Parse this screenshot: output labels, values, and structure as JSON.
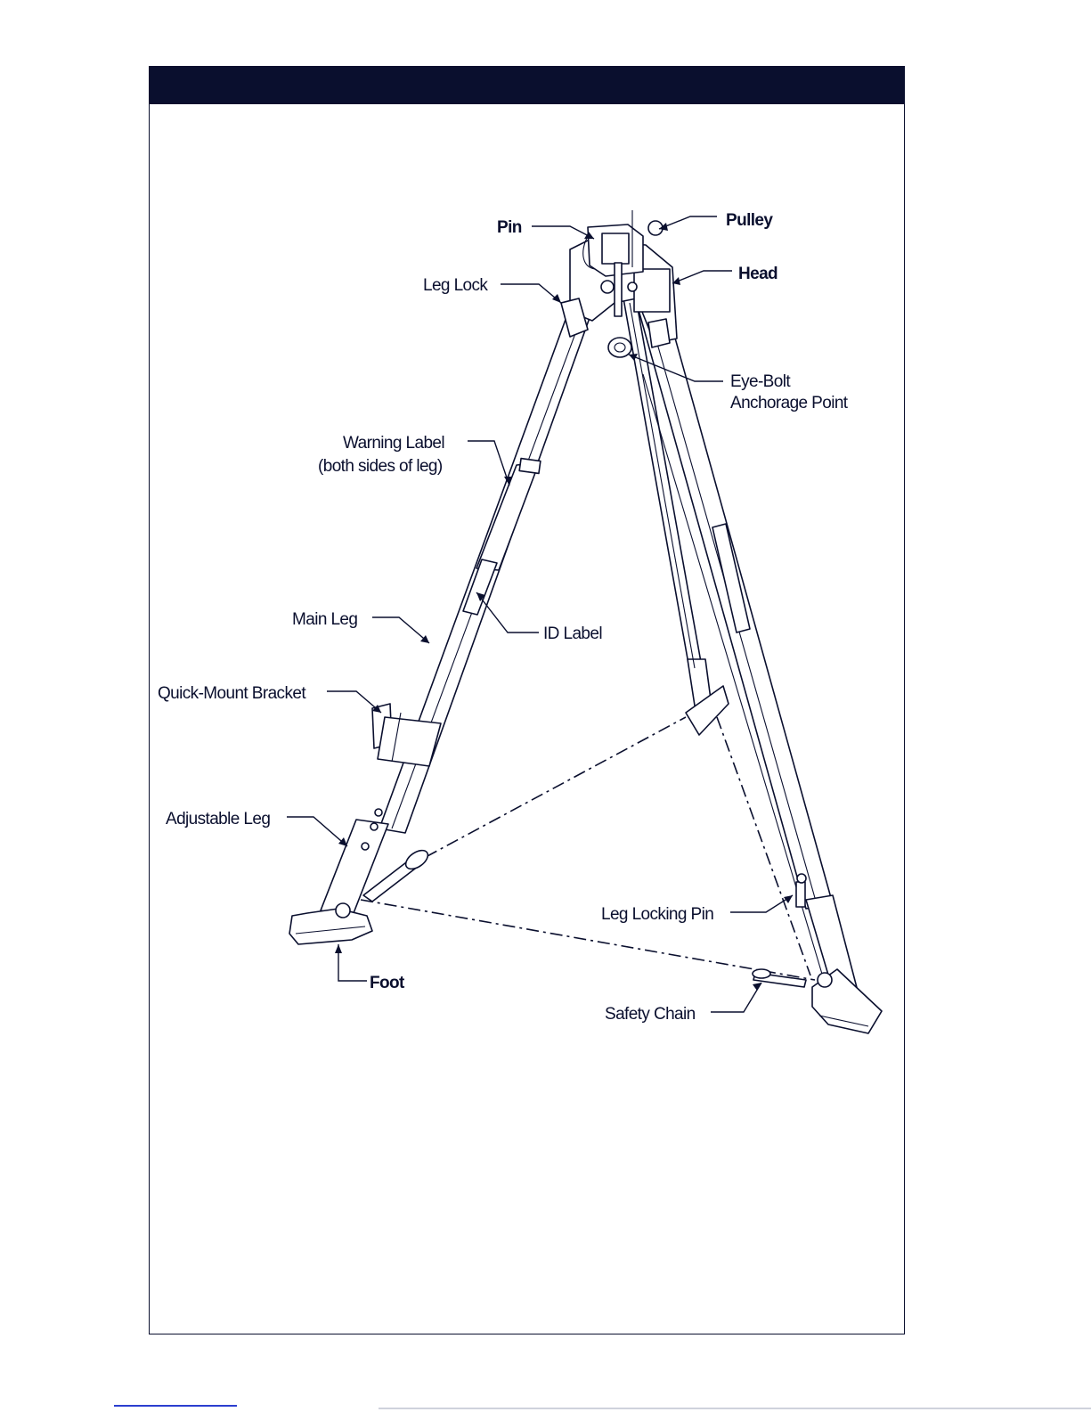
{
  "colors": {
    "ink": "#0a0f2e",
    "header": "#0a0f2e",
    "background": "#ffffff",
    "link_rule": "#2b3fcf"
  },
  "labels": {
    "pin": "Pin",
    "pulley": "Pulley",
    "leg_lock": "Leg Lock",
    "head": "Head",
    "eye_bolt_line1": "Eye-Bolt",
    "eye_bolt_line2": "Anchorage Point",
    "warning_label_line1": "Warning Label",
    "warning_label_line2": "(both sides of leg)",
    "main_leg": "Main Leg",
    "id_label": "ID Label",
    "quick_mount_bracket": "Quick-Mount Bracket",
    "adjustable_leg": "Adjustable Leg",
    "leg_locking_pin": "Leg Locking Pin",
    "foot": "Foot",
    "safety_chain": "Safety Chain"
  }
}
